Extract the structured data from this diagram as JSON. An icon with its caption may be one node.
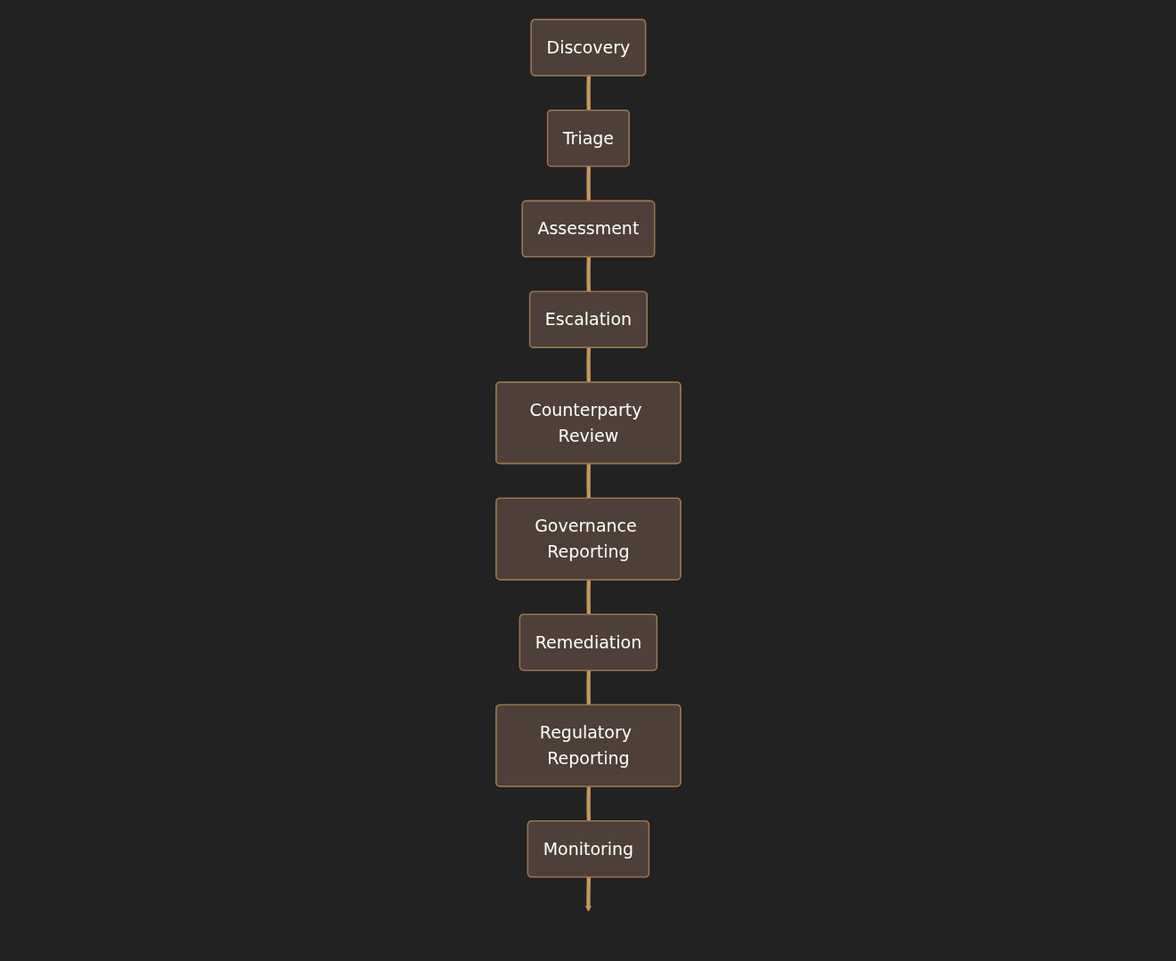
{
  "diagram": {
    "nodes": [
      {
        "text": [
          "Discovery"
        ]
      },
      {
        "text": [
          "Triage"
        ]
      },
      {
        "text": [
          "Assessment"
        ]
      },
      {
        "text": [
          "Escalation"
        ]
      },
      {
        "text": [
          "Counterparty Review"
        ]
      },
      {
        "text": [
          "Governance Reporting"
        ]
      },
      {
        "text": [
          "Remediation"
        ]
      },
      {
        "text": [
          "Regulatory Reporting"
        ]
      },
      {
        "text": [
          "Monitoring"
        ]
      }
    ],
    "edges": [
      {
        "from": 0,
        "to": 1,
        "arrow": "none"
      },
      {
        "from": 1,
        "to": 2,
        "arrow": "none"
      },
      {
        "from": 2,
        "to": 3,
        "arrow": "none"
      },
      {
        "from": 3,
        "to": 4,
        "arrow": "none"
      },
      {
        "from": 4,
        "to": 5,
        "arrow": "none"
      },
      {
        "from": 5,
        "to": 6,
        "arrow": "none"
      },
      {
        "from": 6,
        "to": 7,
        "arrow": "none"
      },
      {
        "from": 7,
        "to": 8,
        "arrow": "none"
      },
      {
        "from": 8,
        "to": null,
        "arrow": "to"
      }
    ]
  }
}
